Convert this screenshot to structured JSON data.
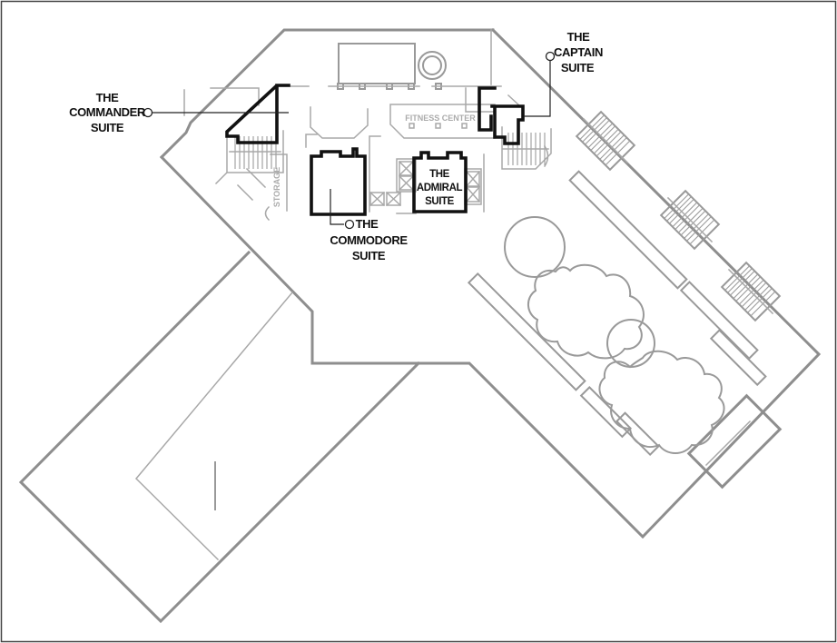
{
  "floor_plan": {
    "suites": {
      "commander": {
        "line1": "THE",
        "line2": "COMMANDER",
        "line3": "SUITE"
      },
      "captain": {
        "line1": "THE",
        "line2": "CAPTAIN",
        "line3": "SUITE"
      },
      "commodore": {
        "line1": "THE",
        "line2": "COMMODORE",
        "line3": "SUITE"
      },
      "admiral": {
        "line1": "THE",
        "line2": "ADMIRAL",
        "line3": "SUITE"
      }
    },
    "rooms": {
      "fitness_center": "FITNESS CENTER",
      "storage": "STORAGE"
    },
    "colors": {
      "outer_wall_gray": "#8e8e8e",
      "interior_gray": "#a8a8a8",
      "suite_wall_black": "#111111",
      "room_label_gray": "#ababab"
    }
  }
}
